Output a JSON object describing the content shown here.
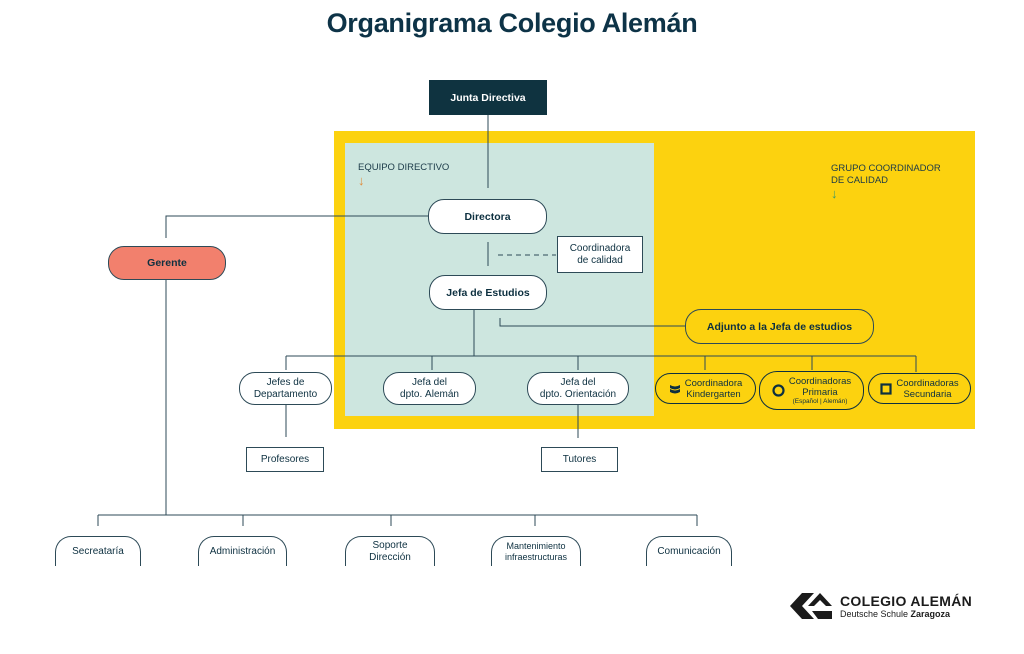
{
  "title": "Organigrama Colegio Alemán",
  "colors": {
    "navy": "#0f3340",
    "yellow": "#fcd20f",
    "mint": "#cde6df",
    "coral": "#f2806d"
  },
  "sections": {
    "equipo_directivo": "EQUIPO DIRECTIVO",
    "grupo_coordinador_1": "GRUPO COORDINADOR",
    "grupo_coordinador_2": "DE CALIDAD",
    "arrow": "↓"
  },
  "nodes": {
    "junta": "Junta Directiva",
    "directora": "Directora",
    "coord_calidad_1": "Coordinadora",
    "coord_calidad_2": "de calidad",
    "jefa_estudios": "Jefa de Estudios",
    "adjunto": "Adjunto a la Jefa de estudios",
    "gerente": "Gerente",
    "jefes_dep_1": "Jefes de",
    "jefes_dep_2": "Departamento",
    "jefa_aleman_1": "Jefa del",
    "jefa_aleman_2": "dptο. Alemán",
    "jefa_orient_1": "Jefa del",
    "jefa_orient_2": "dpto. Orientación",
    "coord_kinder_1": "Coordinadora",
    "coord_kinder_2": "Kindergarten",
    "coord_primaria_1": "Coordinadoras",
    "coord_primaria_2": "Primaria",
    "coord_primaria_3": "(Español | Alemán)",
    "coord_secundaria_1": "Coordinadoras",
    "coord_secundaria_2": "Secundaria",
    "profesores": "Profesores",
    "tutores": "Tutores",
    "secretaria": "Secreataría",
    "administracion": "Administración",
    "soporte_1": "Soporte",
    "soporte_2": "Dirección",
    "mantenimiento_1": "Mantenimiento",
    "mantenimiento_2": "infraestructuras",
    "comunicacion": "Comunicación"
  },
  "logo": {
    "name": "COLEGIO ALEMÁN",
    "sub_regular": "Deutsche Schule ",
    "sub_bold": "Zaragoza"
  },
  "icons": {
    "kinder": "kindergarten-icon",
    "primaria": "circle-icon",
    "secundaria": "square-icon",
    "logo": "colegio-aleman-logo-icon"
  }
}
